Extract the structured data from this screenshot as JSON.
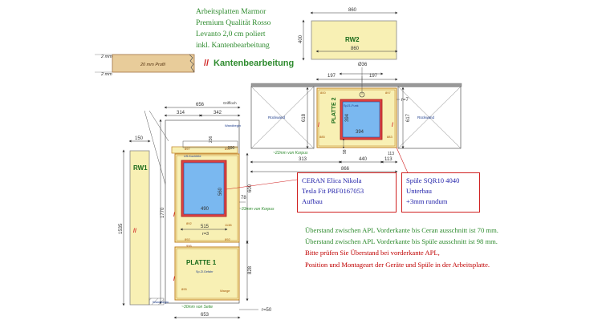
{
  "header": {
    "lines": [
      "Arbeitsplatten Marmor",
      "Premium Qualität Rosso",
      "Levanto 2,0 cm poliert",
      "inkl. Kantenbearbeitung"
    ],
    "kanten_title": "Kantenbearbeitung",
    "profile_label": "20 mm Profil",
    "profile_dim": "2 mm"
  },
  "rw2": {
    "label": "RW2",
    "width": "860",
    "height": "400"
  },
  "rw1": {
    "label": "RW1",
    "dim_top": "150",
    "dim_side": "1535"
  },
  "platte2": {
    "label": "PLATTE 2",
    "dims": {
      "total_top": "860",
      "half_left": "197",
      "half_right": "197",
      "diam": "Ø36",
      "depth": "618",
      "sink_h": "394",
      "sink_w": "394",
      "right_depth": "617",
      "radius": "r=7",
      "bottom_left": "313",
      "bottom_mid": "440",
      "bottom_right": "113",
      "bottom_total": "866",
      "gap_left": "98",
      "gap_right": "113"
    },
    "tags": {
      "left_edge": "885",
      "right_edge": "883",
      "top_left": "800",
      "top_right": "897",
      "bottom_right": "897",
      "sink_code": "Sp21-Funk"
    },
    "korpus_note": "~22mm von Korpus",
    "wall_label_left": "Rückwand",
    "wall_label_right": "Rückwand"
  },
  "platte1": {
    "label": "PLATTE 1",
    "dims": {
      "top_total": "656",
      "top_left": "314",
      "top_right": "342",
      "cooktop_h": "560",
      "cooktop_w": "490",
      "side_78": "78",
      "side_600": "600",
      "side_1770": "1770",
      "span_515": "515",
      "radius": "r=3",
      "side_828": "828",
      "bottom_total": "653",
      "r50": "r=50",
      "d236": "236",
      "d590": "590"
    },
    "tags": {
      "t897a": "897",
      "t892a": "892",
      "t892b": "892",
      "t892c": "892",
      "t895": "895",
      "t890": "890",
      "t996": "996",
      "t1138": "1138"
    },
    "notes": {
      "griff": "Griffloch",
      "korpus_note": "~33mm von Korpus",
      "seite_note": "~30mm von Seite",
      "wandbeginn": "Wandbegin",
      "wange": "Wange",
      "cooktop_code": "US-Kochfeld",
      "sp_code": "Sp.Zl.Gefahr"
    }
  },
  "callouts": {
    "ceran": [
      "CERAN Elica Nikola",
      "Tesla Fit PRF0167053",
      "Aufbau"
    ],
    "spuele": [
      "Spüle SQR10 4040",
      "Unterbau",
      "+3mm rundum"
    ]
  },
  "notes": [
    {
      "text": "Überstand zwischen APL Vorderkante bis Ceran ausschnitt ist 70 mm.",
      "color": "green"
    },
    {
      "text": "Überstand zwischen APL Vorderkante bis Spüle ausschnitt ist 98 mm.",
      "color": "green"
    },
    {
      "text": "Bitte prüfen Sie Überstand bei vorderkante APL,",
      "color": "red"
    },
    {
      "text": "Position und Montageart der Geräte und Spüle in der Arbeitsplatte.",
      "color": "red"
    }
  ],
  "colors": {
    "slab": "#f8f0b4",
    "outline": "#c08020",
    "glass": "#7ab8f0",
    "dim": "#3a3a3a",
    "accent": "#d02020",
    "wall": "#1a3a8a"
  }
}
